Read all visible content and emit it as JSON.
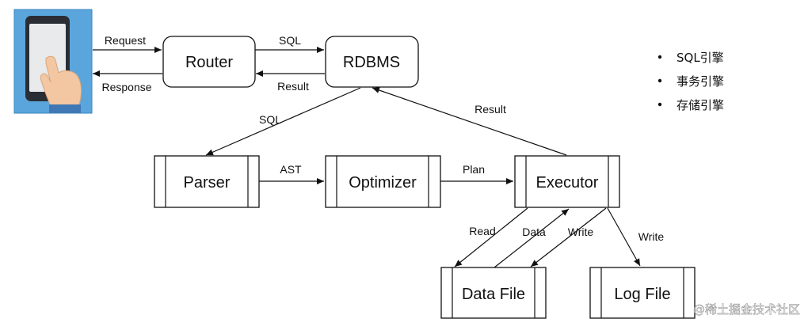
{
  "nodes": {
    "router": "Router",
    "rdbms": "RDBMS",
    "parser": "Parser",
    "optimizer": "Optimizer",
    "executor": "Executor",
    "data_file": "Data File",
    "log_file": "Log File"
  },
  "edges": {
    "request": "Request",
    "response": "Response",
    "sql_top": "SQL",
    "result_top": "Result",
    "sql_down": "SQL",
    "result_up": "Result",
    "ast": "AST",
    "plan": "Plan",
    "read": "Read",
    "data": "Data",
    "write_data": "Write",
    "write_log": "Write"
  },
  "bullets": [
    "SQL引擎",
    "事务引擎",
    "存储引擎"
  ],
  "watermark": "@稀土掘金技术社区",
  "icons": {
    "client": "phone-in-hand-icon"
  }
}
